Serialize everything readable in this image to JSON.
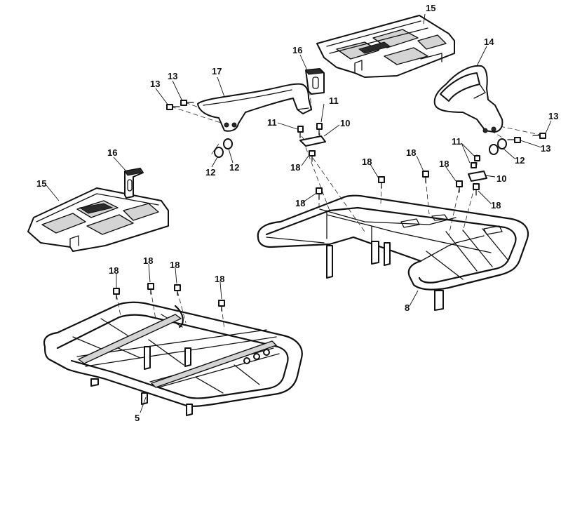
{
  "callouts": {
    "c15_top": "15",
    "c16_top": "16",
    "c17": "17",
    "c14": "14",
    "c13_a": "13",
    "c13_b": "13",
    "c11_a": "11",
    "c11_b": "11",
    "c10_a": "10",
    "c18_a": "18",
    "c12_a": "12",
    "c12_b": "12",
    "c16_left": "16",
    "c15_left": "15",
    "c18_b": "18",
    "c18_c": "18",
    "c18_d": "18",
    "c13_c": "13",
    "c13_d": "13",
    "c11_c": "11",
    "c12_c": "12",
    "c10_b": "10",
    "c18_e": "18",
    "c18_f": "18",
    "c8": "8",
    "c18_g": "18",
    "c18_h": "18",
    "c18_i": "18",
    "c18_j": "18",
    "c5": "5"
  },
  "icons": {
    "bolt": "flange-bolt-icon",
    "bushing": "bushing-icon",
    "bracket": "bracket-icon"
  }
}
